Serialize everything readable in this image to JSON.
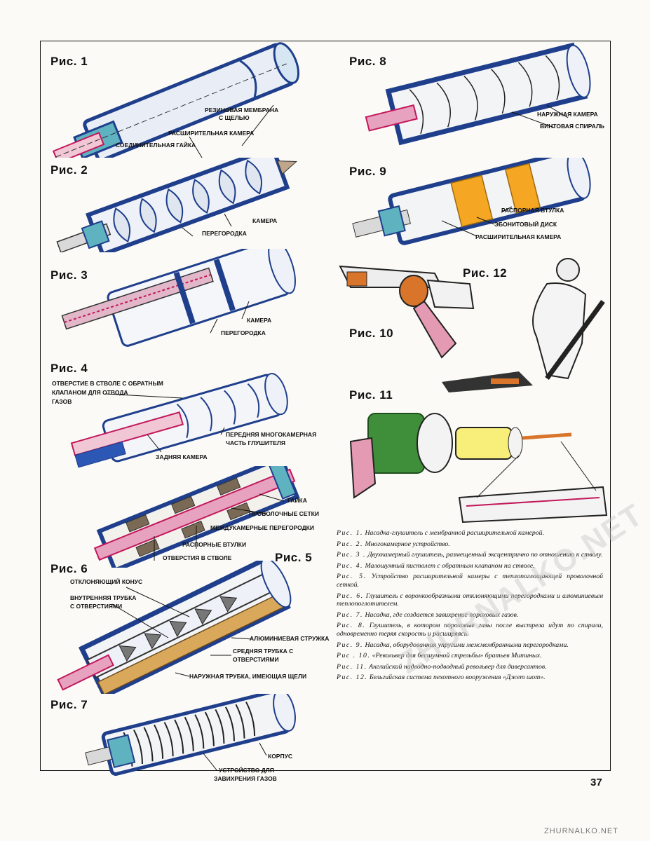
{
  "figures": {
    "fig1": {
      "label": "Рис. 1",
      "callouts": [
        "РЕЗИНОВАЯ МЕМБРАНА",
        "С ЩЕЛЬЮ",
        "РАСШИРИТЕЛЬНАЯ КАМЕРА",
        "СОЕДИНИТЕЛЬНАЯ ГАЙКА"
      ]
    },
    "fig2": {
      "label": "Рис. 2",
      "callouts": [
        "КАМЕРА",
        "ПЕРЕГОРОДКА"
      ]
    },
    "fig3": {
      "label": "Рис. 3",
      "callouts": [
        "КАМЕРА",
        "ПЕРЕГОРОДКА"
      ]
    },
    "fig4": {
      "label": "Рис. 4",
      "callouts": [
        "ОТВЕРСТИЕ В СТВОЛЕ С ОБРАТНЫМ",
        "КЛАПАНОМ ДЛЯ ОТВОДА",
        "ГАЗОВ",
        "ПЕРЕДНЯЯ МНОГОКАМЕРНАЯ",
        "ЧАСТЬ ГЛУШИТЕЛЯ",
        "ЗАДНЯЯ КАМЕРА"
      ]
    },
    "fig5": {
      "label": "Рис. 5",
      "callouts": [
        "ГАЙКА",
        "ПРОВОЛОЧНЫЕ СЕТКИ",
        "МЕЖДУКАМЕРНЫЕ ПЕРЕГОРОДКИ",
        "РАСПОРНЫЕ ВТУЛКИ",
        "ОТВЕРСТИЯ В СТВОЛЕ"
      ]
    },
    "fig6": {
      "label": "Рис. 6",
      "callouts": [
        "ОТКЛОНЯЮЩИЙ КОНУС",
        "ВНУТРЕННЯЯ ТРУБКА",
        "С ОТВЕРСТИЯМИ",
        "АЛЮМИНИЕВАЯ СТРУЖКА",
        "СРЕДНЯЯ ТРУБКА С",
        "ОТВЕРСТИЯМИ",
        "НАРУЖНАЯ ТРУБКА, ИМЕЮЩАЯ ЩЕЛИ"
      ]
    },
    "fig7": {
      "label": "Рис. 7",
      "callouts": [
        "КОРПУС",
        "УСТРОЙСТВО ДЛЯ",
        "ЗАВИХРЕНИЯ ГАЗОВ"
      ]
    },
    "fig8": {
      "label": "Рис. 8",
      "callouts": [
        "НАРУЖНАЯ КАМЕРА",
        "ВИНТОВАЯ СПИРАЛЬ"
      ]
    },
    "fig9": {
      "label": "Рис. 9",
      "callouts": [
        "РАСПОРНАЯ ВТУЛКА",
        "ЭБОНИТОВЫЙ ДИСК",
        "РАСШИРИТЕЛЬНАЯ КАМЕРА"
      ]
    },
    "fig10": {
      "label": "Рис. 10"
    },
    "fig11": {
      "label": "Рис. 11"
    },
    "fig12": {
      "label": "Рис. 12"
    }
  },
  "captions": [
    {
      "num": "Рис. 1.",
      "text": "Насадка-глушитель с мембранной расширительной камерой."
    },
    {
      "num": "Рис. 2.",
      "text": "Многокамерное устройство."
    },
    {
      "num": "Рис. 3 .",
      "text": "Двухкамерный глушитель, размещенный эксцентрично по отношению к стволу."
    },
    {
      "num": "Рис. 4.",
      "text": "Малошумный пистолет с обратным клапаном на стволе."
    },
    {
      "num": "Рис. 5.",
      "text": "Устройство расширительной камеры с теплопоглощающей проволочной сеткой."
    },
    {
      "num": "Рис. 6.",
      "text": "Глушитель с воронкообразными отклоняющими перегородками и алюминиевым теплопоглотителем."
    },
    {
      "num": "Рис. 7.",
      "text": "Насадка, где создается завихрение пороховых газов."
    },
    {
      "num": "Рис. 8.",
      "text": "Глушитель, в котором пороховые газы после выстрела идут по спирали, одновременно теряя скорость и расширяясь."
    },
    {
      "num": "Рис. 9.",
      "text": "Насадка, оборудованная упругими межмембранными перегородками."
    },
    {
      "num": "Рис . 10.",
      "text": "«Револьвер для бесшумной стрельбы» братьев Митиных."
    },
    {
      "num": "Рис. 11.",
      "text": "Английский надводно-подводный револьвер для диверсантов."
    },
    {
      "num": "Рис. 12.",
      "text": "Бельгийская система пехотного вооружения «Джет шот»."
    }
  ],
  "page_number": "37",
  "watermark": "ZHURNALKO.NET",
  "site": "ZHURNALKO.NET",
  "colors": {
    "steel_blue": "#1f3f8c",
    "teal": "#5fb2c0",
    "magenta": "#c2185b",
    "orange": "#f5a623",
    "green": "#3f8f3a"
  }
}
